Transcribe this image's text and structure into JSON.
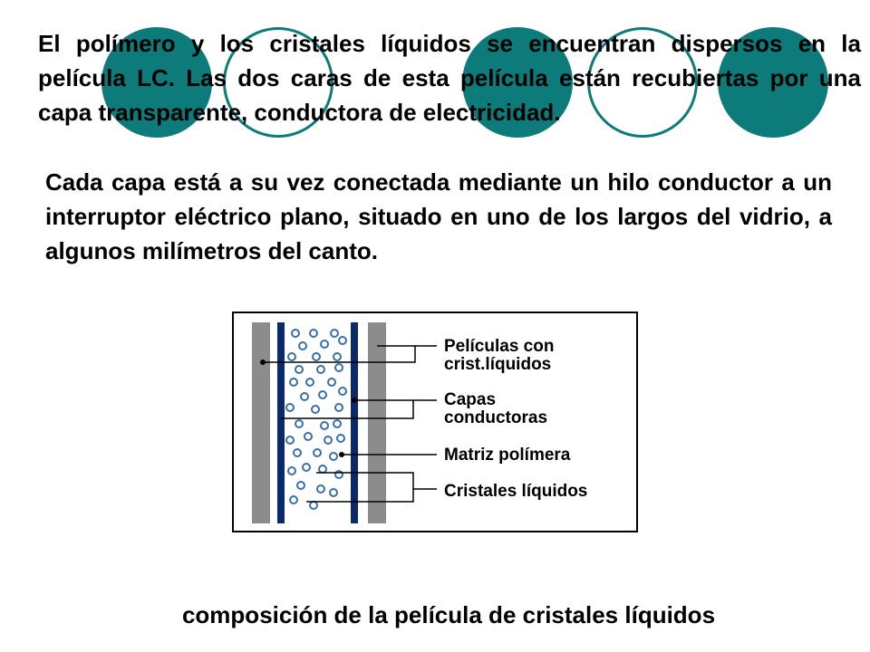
{
  "paragraph_1": "El polímero y los cristales líquidos se encuentran dispersos en la película LC. Las dos caras de esta película están recubiertas por una capa transparente, conductora de electricidad.",
  "paragraph_2": "Cada capa está a su vez conectada mediante un hilo conductor a un interruptor eléctrico plano, situado en uno de los largos del vidrio, a algunos milímetros del canto.",
  "diagram": {
    "labels": {
      "peliculas_line1": "Películas con",
      "peliculas_line2": "crist.líquidos",
      "capas_line1": "Capas",
      "capas_line2": "conductoras",
      "matriz": "Matriz polímera",
      "cristales": "Cristales líquidos"
    }
  },
  "caption": "composición de la película de cristales líquidos",
  "colors": {
    "teal": "#0d7b7a",
    "glass_gray": "#8c8c8c",
    "conductor_navy": "#0a2a6b",
    "droplet_blue": "#3a6fa8"
  }
}
